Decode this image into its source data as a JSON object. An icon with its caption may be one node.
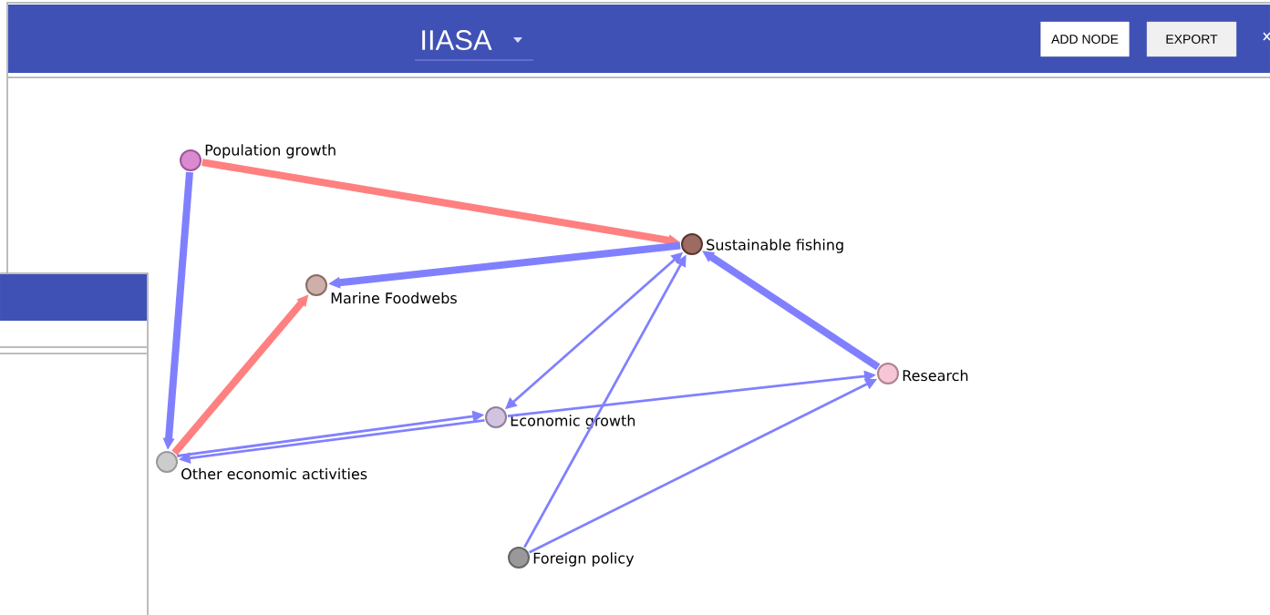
{
  "diagram": {
    "nodes": [
      {
        "text": [
          "Population growth"
        ]
      },
      {
        "text": [
          "Sustainable fishing"
        ]
      },
      {
        "text": [
          "Marine Foodwebs"
        ]
      },
      {
        "text": [
          "Economic growth"
        ]
      },
      {
        "text": [
          "Other economic activities"
        ]
      },
      {
        "text": [
          "Research"
        ]
      },
      {
        "text": [
          "Foreign policy"
        ]
      }
    ],
    "edges": [
      {
        "from": 0,
        "to": 1,
        "arrow": "to",
        "style": "thick",
        "color": "#ff8080"
      },
      {
        "from": 0,
        "to": 4,
        "arrow": "to",
        "style": "thick"
      },
      {
        "from": 1,
        "to": 2,
        "arrow": "to",
        "style": "thick"
      },
      {
        "from": 4,
        "to": 2,
        "arrow": "to",
        "style": "thick",
        "color": "#ff8080"
      },
      {
        "from": 4,
        "to": 3,
        "arrow": "to"
      },
      {
        "from": 3,
        "to": 4,
        "arrow": "to"
      },
      {
        "from": 1,
        "to": 3,
        "arrow": "both"
      },
      {
        "from": 3,
        "to": 5,
        "arrow": "to"
      },
      {
        "from": 6,
        "to": 1,
        "arrow": "to"
      },
      {
        "from": 6,
        "to": 5,
        "arrow": "to"
      },
      {
        "from": 5,
        "to": 1,
        "arrow": "to",
        "style": "thick"
      }
    ],
    "labels": [
      "IIASA",
      "ADD NODE",
      "EXPORT"
    ]
  }
}
